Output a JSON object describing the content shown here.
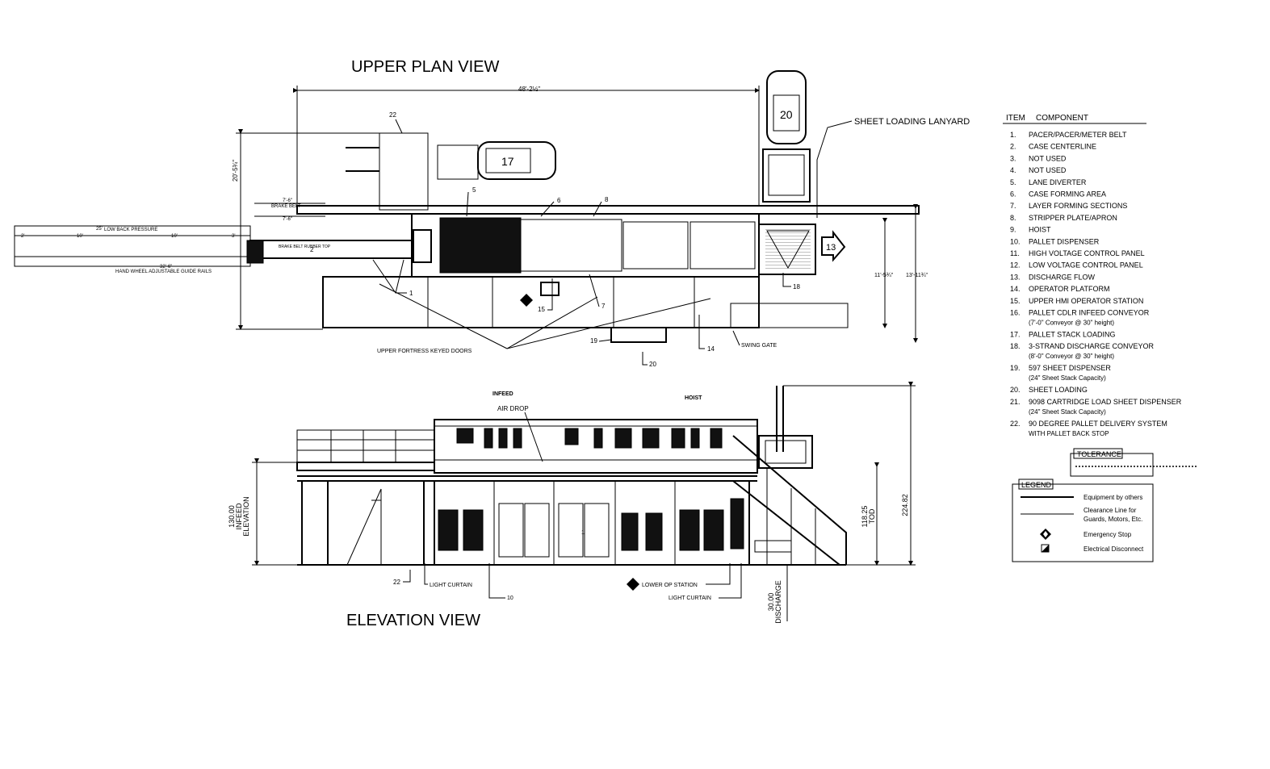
{
  "titles": {
    "upper_plan": "UPPER PLAN VIEW",
    "elevation": "ELEVATION VIEW"
  },
  "dimensions": {
    "overall_length": "48'-2½\"",
    "plan_height": "20'-5¾\"",
    "brake_belt_dim": "7'-6\"",
    "brake_belt": "BRAKE BELT",
    "brake_belt_dim2": "7'-6\"",
    "low_back_total": "25'",
    "low_back_pressure": "LOW BACK PRESSURE",
    "seg_a": "2'",
    "seg_b": "10'",
    "seg_c": "10'",
    "seg_d": "3'",
    "guide_rails_dim": "32'-6\"",
    "guide_rails": "HAND WHEEL ADJUSTABLE GUIDE RAILS",
    "brake_rubber": "BRAKE BELT RUBBER TOP",
    "right_inner": "11'-5¾\"",
    "right_outer": "13'-11¾\"",
    "infeed_elev": "130.00",
    "infeed_label": "INFEED",
    "elevation_label": "ELEVATION",
    "tod_val": "118.25",
    "tod_label": "TOD",
    "overall_height": "224.82",
    "discharge_val": "30.00",
    "discharge_label": "DISCHARGE"
  },
  "plan_labels": {
    "sheet_loading_lanyard": "SHEET LOADING LANYARD",
    "upper_fortress_doors": "UPPER FORTRESS KEYED DOORS",
    "swing_gate": "SWING GATE",
    "n22": "22",
    "n17": "17",
    "n20": "20",
    "n13": "13",
    "n5": "5",
    "n6": "6",
    "n8": "8",
    "n2": "2",
    "n1": "1",
    "n15": "15",
    "n7": "7",
    "n18": "18",
    "n19": "19",
    "n14": "14",
    "n20b": "20"
  },
  "elev_labels": {
    "infeed": "INFEED",
    "hoist": "HOIST",
    "air_drop": "AIR DROP",
    "light_curtain_1": "LIGHT CURTAIN",
    "light_curtain_2": "LIGHT CURTAIN",
    "lower_op_station": "LOWER OP STATION",
    "n22": "22",
    "n10": "10",
    "n1": "1"
  },
  "component_table": {
    "col_item": "ITEM",
    "col_component": "COMPONENT",
    "rows": [
      {
        "num": "1.",
        "name": "PACER/PACER/METER BELT",
        "note": ""
      },
      {
        "num": "2.",
        "name": "CASE CENTERLINE",
        "note": ""
      },
      {
        "num": "3.",
        "name": "NOT USED",
        "note": ""
      },
      {
        "num": "4.",
        "name": "NOT USED",
        "note": ""
      },
      {
        "num": "5.",
        "name": "LANE DIVERTER",
        "note": ""
      },
      {
        "num": "6.",
        "name": "CASE FORMING AREA",
        "note": ""
      },
      {
        "num": "7.",
        "name": "LAYER FORMING SECTIONS",
        "note": ""
      },
      {
        "num": "8.",
        "name": "STRIPPER PLATE/APRON",
        "note": ""
      },
      {
        "num": "9.",
        "name": "HOIST",
        "note": ""
      },
      {
        "num": "10.",
        "name": "PALLET DISPENSER",
        "note": ""
      },
      {
        "num": "11.",
        "name": "HIGH VOLTAGE CONTROL PANEL",
        "note": ""
      },
      {
        "num": "12.",
        "name": "LOW VOLTAGE CONTROL PANEL",
        "note": ""
      },
      {
        "num": "13.",
        "name": "DISCHARGE FLOW",
        "note": ""
      },
      {
        "num": "14.",
        "name": "OPERATOR PLATFORM",
        "note": ""
      },
      {
        "num": "15.",
        "name": "UPPER HMI OPERATOR STATION",
        "note": ""
      },
      {
        "num": "16.",
        "name": "PALLET CDLR INFEED CONVEYOR",
        "note": "(7'-0\" Conveyor @ 30\" height)"
      },
      {
        "num": "17.",
        "name": "PALLET STACK LOADING",
        "note": ""
      },
      {
        "num": "18.",
        "name": "3-STRAND DISCHARGE CONVEYOR",
        "note": "(8'-0\" Conveyor @ 30\" height)"
      },
      {
        "num": "19.",
        "name": "597 SHEET DISPENSER",
        "note": "(24\" Sheet Stack Capacity)"
      },
      {
        "num": "20.",
        "name": "SHEET LOADING",
        "note": ""
      },
      {
        "num": "21.",
        "name": "9098 CARTRIDGE LOAD SHEET DISPENSER",
        "note": "(24\" Sheet Stack Capacity)"
      },
      {
        "num": "22.",
        "name": "90 DEGREE PALLET DELIVERY SYSTEM",
        "note": "WITH PALLET BACK STOP"
      }
    ]
  },
  "tolerance": {
    "label": "TOLERANCE"
  },
  "legend": {
    "title": "LEGEND",
    "items": [
      {
        "symbol": "solid-line",
        "text": "Equipment by others",
        "text2": ""
      },
      {
        "symbol": "thin-line",
        "text": "Clearance Line for",
        "text2": "Guards, Motors, Etc."
      },
      {
        "symbol": "emergency-stop-icon",
        "text": "Emergency Stop",
        "text2": ""
      },
      {
        "symbol": "electrical-disconnect-icon",
        "text": "Electrical Disconnect",
        "text2": ""
      }
    ]
  }
}
